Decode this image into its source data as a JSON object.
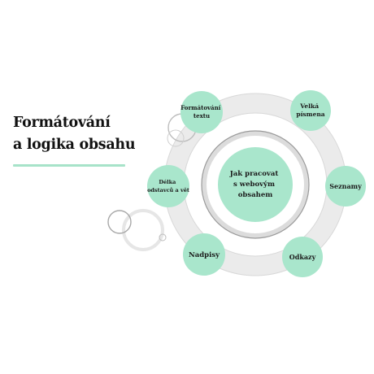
{
  "title": {
    "line1": "Formátování",
    "line2": "a logika obsahu"
  },
  "center": {
    "lines": [
      "Jak pracovat",
      "s webovým",
      "obsahem"
    ]
  },
  "nodes": [
    {
      "id": "formatovani-textu",
      "lines": [
        "Formátování",
        "textu"
      ]
    },
    {
      "id": "velka-pismena",
      "lines": [
        "Velká",
        "písmena"
      ]
    },
    {
      "id": "seznamy",
      "lines": [
        "Seznamy"
      ]
    },
    {
      "id": "odkazy",
      "lines": [
        "Odkazy"
      ]
    },
    {
      "id": "nadpisy",
      "lines": [
        "Nadpisy"
      ]
    },
    {
      "id": "delka-odstavcu",
      "lines": [
        "Délka",
        "odstavců a vět"
      ]
    }
  ],
  "colors": {
    "node_fill": "#a9e6cc",
    "accent_line": "#a7e3c9",
    "ring": "#ececec",
    "ring_stroke": "#cfcfcf",
    "text": "#111111"
  }
}
